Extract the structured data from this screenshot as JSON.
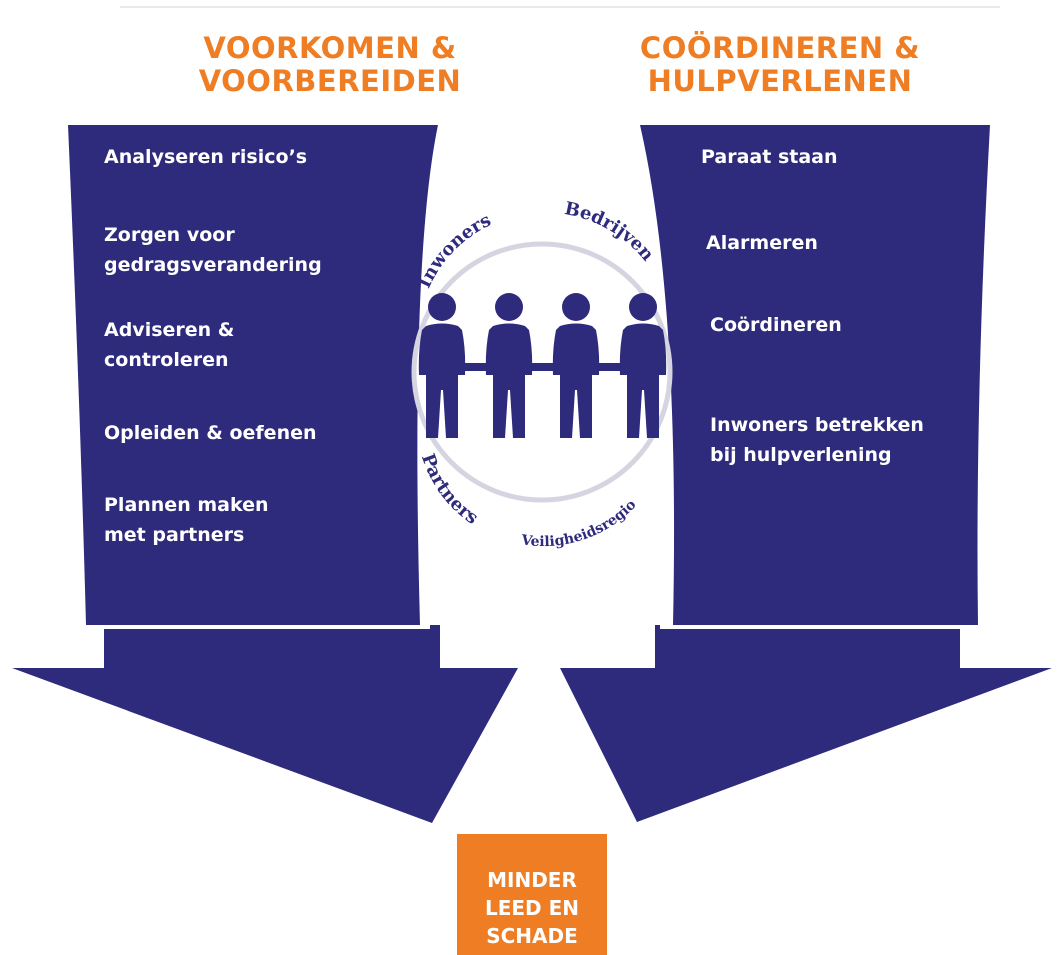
{
  "columns": {
    "left": {
      "heading": [
        "VOORKOMEN &",
        "VOORBEREIDEN"
      ],
      "items": [
        [
          "Analyseren risico’s"
        ],
        [
          "Zorgen voor",
          "gedragsverandering"
        ],
        [
          "Adviseren &",
          "controleren"
        ],
        [
          "Opleiden & oefenen"
        ],
        [
          "Plannen maken",
          "met partners"
        ]
      ]
    },
    "right": {
      "heading": [
        "COÖRDINEREN &",
        "HULPVERLENEN"
      ],
      "items": [
        [
          "Paraat staan"
        ],
        [
          "Alarmeren"
        ],
        [
          "Coördineren"
        ],
        [
          "Inwoners betrekken",
          "bij hulpverlening"
        ]
      ]
    }
  },
  "circle": {
    "labels": {
      "top_left": "Inwoners",
      "top_right": "Bedrijven",
      "bottom_left": "Partners",
      "bottom_right": "Veiligheidsregio"
    },
    "figure_count": 4
  },
  "result": [
    "MINDER",
    "LEED EN",
    "SCHADE"
  ],
  "colors": {
    "arrow": "#2e2a7c",
    "accent": "#ee7d23",
    "text_on_arrow": "#ffffff",
    "ring": "#d5d5e1"
  }
}
